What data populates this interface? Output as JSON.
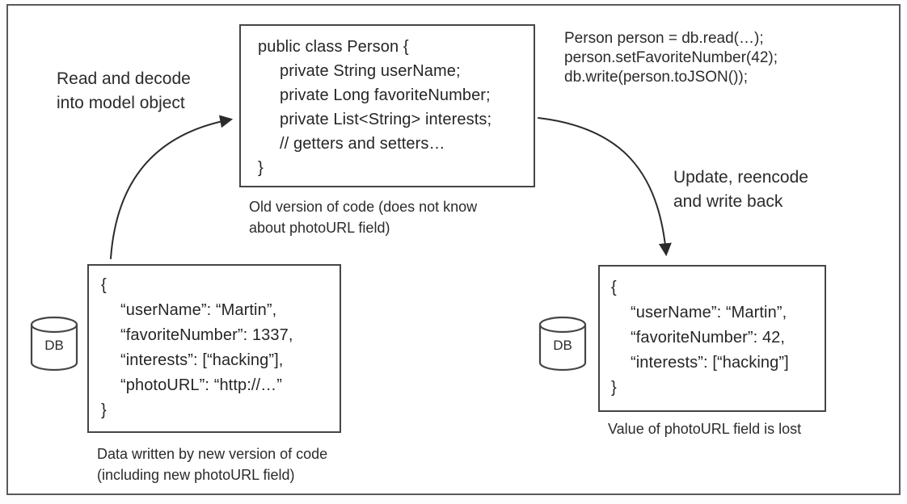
{
  "colors": {
    "background": "#ffffff",
    "frame_border": "#58595b",
    "box_border": "#454548",
    "text": "#2b2b2b",
    "arrow": "#2b2b2b"
  },
  "model_box": {
    "lines": [
      "public class Person {",
      "private String userName;",
      "private Long favoriteNumber;",
      "private List<String> interests;",
      "// getters and setters…",
      "}"
    ],
    "caption_lines": [
      "Old version of code (does not know",
      "about photoURL field)"
    ]
  },
  "update_snippet": {
    "lines": [
      "Person person = db.read(…);",
      "person.setFavoriteNumber(42);",
      "db.write(person.toJSON());"
    ]
  },
  "labels": {
    "read_decode_lines": [
      "Read and decode",
      "into model object"
    ],
    "update_write_lines": [
      "Update, reencode",
      "and write back"
    ]
  },
  "left_record": {
    "db_label": "DB",
    "lines": [
      "{",
      "“userName”: “Martin”,",
      "“favoriteNumber”: 1337,",
      "“interests”: [“hacking”],",
      "“photoURL”: “http://…”",
      "}"
    ],
    "caption_lines": [
      "Data written by new version of code",
      "(including new photoURL field)"
    ]
  },
  "right_record": {
    "db_label": "DB",
    "lines": [
      "{",
      "“userName”: “Martin”,",
      "“favoriteNumber”: 42,",
      "“interests”: [“hacking”]",
      "}"
    ],
    "caption_lines": [
      "Value of photoURL field is lost"
    ]
  }
}
